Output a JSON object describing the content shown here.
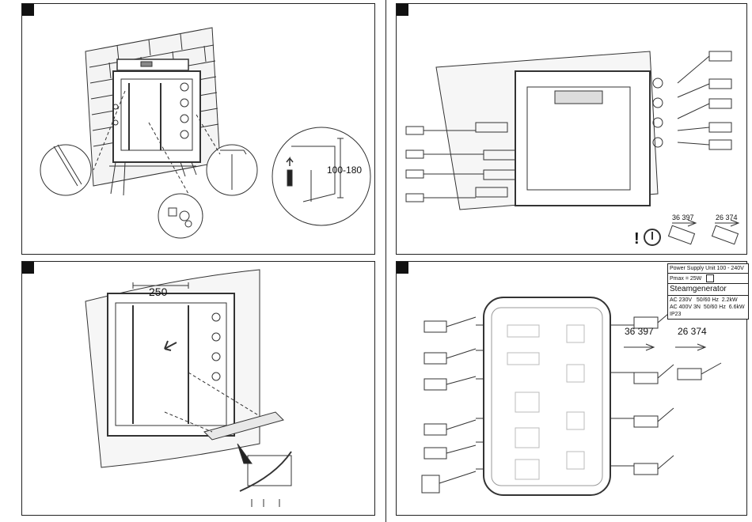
{
  "panel1": {
    "dimension": "100-180"
  },
  "panel2": {
    "warning": "!",
    "part_left": "36 397",
    "part_right": "26 374"
  },
  "panel3": {
    "dimension": "250"
  },
  "panel4": {
    "part_left": "36 397",
    "part_right": "26 374",
    "spec": {
      "psu": "Power Supply Unit 100 - 240V",
      "pmax": "Pmax = 25W",
      "title": "Steamgenerator",
      "line1_left": "AC 230V",
      "line1_mid": "50/60 Hz",
      "line1_right": "2.2kW",
      "line2_left": "AC 400V 3N",
      "line2_mid": "50/60 Hz",
      "line2_right": "6.6kW",
      "ip": "IP23"
    }
  }
}
